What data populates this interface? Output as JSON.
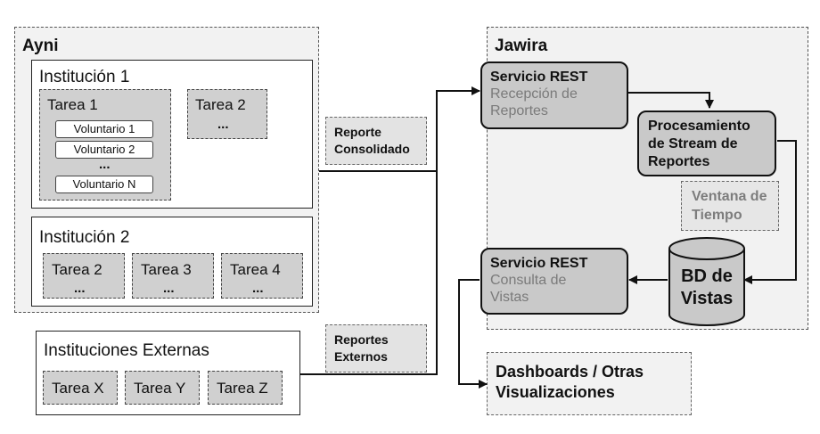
{
  "ayni": {
    "title": "Ayni",
    "inst1": {
      "title": "Institución 1",
      "tarea1": {
        "title": "Tarea 1",
        "volunteers": [
          "Voluntario 1",
          "Voluntario 2"
        ],
        "ellipsis": "...",
        "last_volunteer": "Voluntario N"
      },
      "tarea2": {
        "title": "Tarea 2",
        "ellipsis": "..."
      }
    },
    "inst2": {
      "title": "Institución 2",
      "tasks": [
        {
          "title": "Tarea 2",
          "ellipsis": "..."
        },
        {
          "title": "Tarea 3",
          "ellipsis": "..."
        },
        {
          "title": "Tarea 4",
          "ellipsis": "..."
        }
      ]
    }
  },
  "external": {
    "title": "Instituciones Externas",
    "tasks": [
      "Tarea X",
      "Tarea Y",
      "Tarea Z"
    ]
  },
  "labels": {
    "consolidated": [
      "Reporte",
      "Consolidado"
    ],
    "external_reports": [
      "Reportes",
      "Externos"
    ]
  },
  "jawira": {
    "title": "Jawira",
    "rest_reception": {
      "title": "Servicio REST",
      "subtitle": [
        "Recepción de",
        "Reportes"
      ]
    },
    "stream_processing": {
      "lines": [
        "Procesamiento",
        "de Stream de",
        "Reportes"
      ]
    },
    "time_window": {
      "lines": [
        "Ventana de",
        "Tiempo"
      ]
    },
    "database": {
      "lines": [
        "BD de",
        "Vistas"
      ]
    },
    "rest_query": {
      "title": "Servicio REST",
      "subtitle": [
        "Consulta de",
        "Vistas"
      ]
    }
  },
  "dashboards": {
    "lines": [
      "Dashboards / Otras",
      "Visualizaciones"
    ]
  }
}
